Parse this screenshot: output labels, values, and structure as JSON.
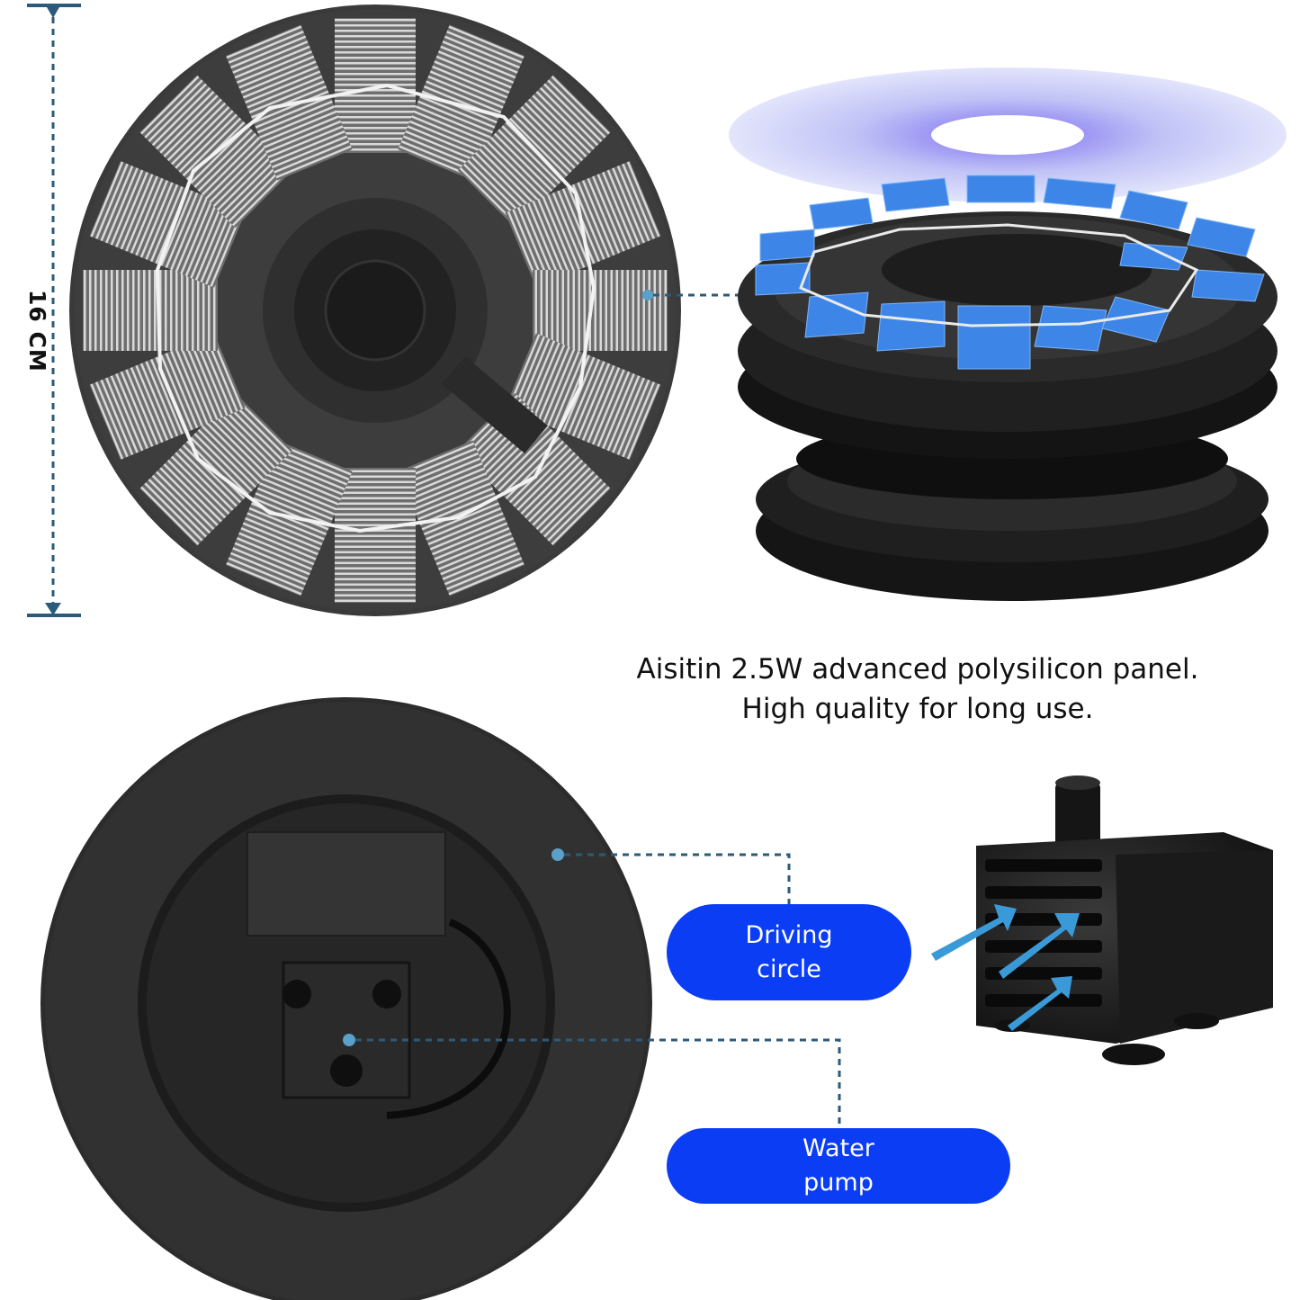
{
  "dimension": {
    "label": "16 CM"
  },
  "caption": {
    "line1": "Aisitin 2.5W advanced polysilicon panel.",
    "line2": "High quality for long use."
  },
  "callouts": {
    "driving_circle": {
      "line1": "Driving",
      "line2": "circle"
    },
    "water_pump": {
      "line1": "Water",
      "line2": "pump"
    }
  },
  "colors": {
    "accent_blue": "#0b3df5",
    "callout_line": "#2c5a7a",
    "panel_dark": "#333333",
    "cell_blue": "#3d86e8"
  }
}
